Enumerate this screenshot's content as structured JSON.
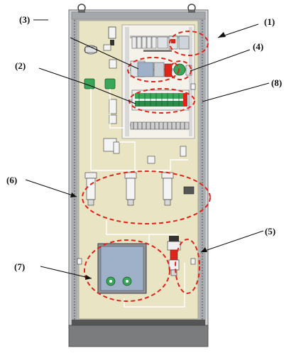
{
  "labels": {
    "l1": "(1)",
    "l2": "(2)",
    "l3": "(3)",
    "l4": "(4)",
    "l5": "(5)",
    "l6": "(6)",
    "l7": "(7)",
    "l8": "(8)"
  },
  "colors": {
    "panel": "#e8e4c4",
    "frame": "#b9bbbd",
    "frame_dark": "#6d7073",
    "base": "#7b7c7e",
    "highlight": "#e0241a",
    "green": "#3aa65a",
    "blue_box": "#9fb1c9",
    "leader": "#111111"
  }
}
